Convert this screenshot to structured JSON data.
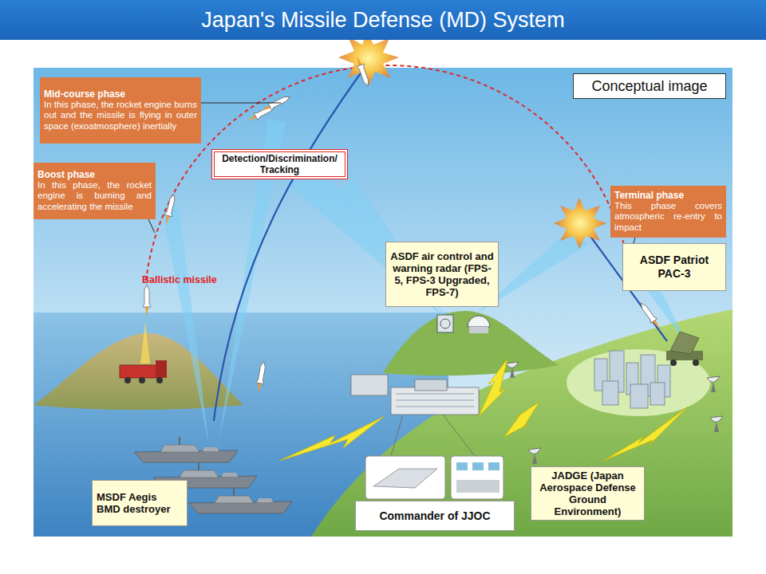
{
  "diagram": {
    "title": "Japan's Missile Defense (MD) System",
    "nodes": [
      {
        "text": [
          "Mid-course phase",
          "In this phase, the rocket engine burns out and the missile is flying in outer space (exoatmosphere) inertially"
        ]
      },
      {
        "text": [
          "Conceptual image"
        ]
      },
      {
        "text": [
          "Detection/Discrimination/ Tracking"
        ]
      },
      {
        "text": [
          "Boost phase",
          "In this phase, the rocket engine is burning and accelerating the missile"
        ]
      },
      {
        "text": [
          "Terminal phase",
          "This phase covers atmospheric re-entry to impact"
        ]
      },
      {
        "text": [
          "ASDF air control and warning radar (FPS-5, FPS-3 Upgraded, FPS-7)"
        ]
      },
      {
        "text": [
          "ASDF Patriot PAC-3"
        ]
      },
      {
        "text": [
          "JADGE (Japan Aerospace Defense Ground Environment)"
        ]
      },
      {
        "text": [
          "MSDF Aegis BMD destroyer"
        ]
      },
      {
        "text": [
          "Commander of JJOC"
        ]
      }
    ],
    "labels": [
      "Ballistic missile"
    ]
  }
}
